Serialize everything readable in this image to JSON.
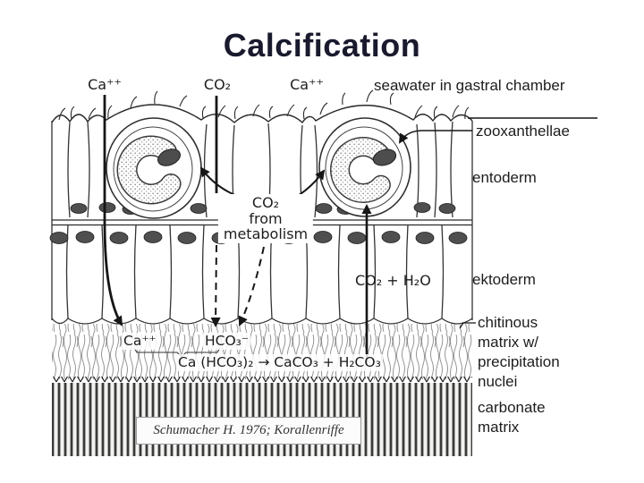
{
  "slide": {
    "title": "Calcification",
    "title_color": "#1a1a2e",
    "ink_color": "#1c1c1c"
  },
  "diagram": {
    "top_row": {
      "ca_left": "Ca⁺⁺",
      "co2": "CO₂",
      "ca_right": "Ca⁺⁺",
      "seawater": "seawater in gastral chamber"
    },
    "right_labels": {
      "zooxanthellae": "zooxanthellae",
      "entoderm": "entoderm",
      "ektoderm": "ektoderm",
      "chitinous_matrix": "chitinous\nmatrix w/\nprecipitation\nnuclei",
      "carbonate_matrix": "carbonate\nmatrix"
    },
    "inner_labels": {
      "co2_metabolism": "CO₂\nfrom\nmetabolism",
      "co2_h2o": "CO₂ + H₂O",
      "ca": "Ca⁺⁺",
      "hco3": "HCO₃⁻",
      "reaction": "Ca (HCO₃)₂ → CaCO₃ + H₂CO₃"
    },
    "citation": "Schumacher H. 1976; Korallenriffe"
  }
}
